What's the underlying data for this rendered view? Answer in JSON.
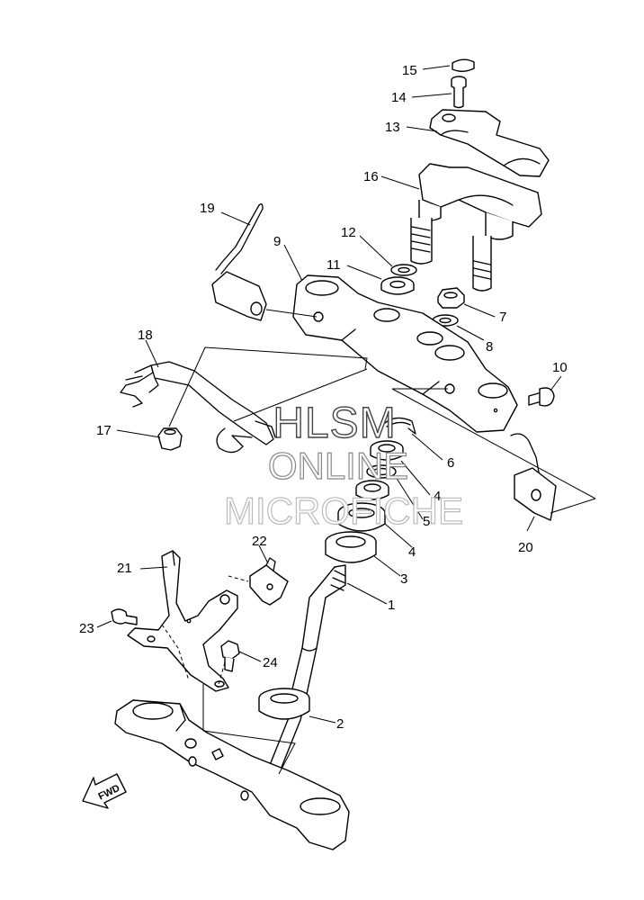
{
  "callouts": {
    "c1": "1",
    "c2": "2",
    "c3": "3",
    "c4a": "4",
    "c4b": "4",
    "c5": "5",
    "c6": "6",
    "c7": "7",
    "c8": "8",
    "c9": "9",
    "c10": "10",
    "c11": "11",
    "c12": "12",
    "c13": "13",
    "c14": "14",
    "c15": "15",
    "c16": "16",
    "c17": "17",
    "c18": "18",
    "c19": "19",
    "c20": "20",
    "c21": "21",
    "c22": "22",
    "c23": "23",
    "c24": "24"
  },
  "watermark": {
    "line1": "HLSM",
    "line2": "ONLINE",
    "line3": "MICROFICHE"
  },
  "fwd_label": "FWD"
}
